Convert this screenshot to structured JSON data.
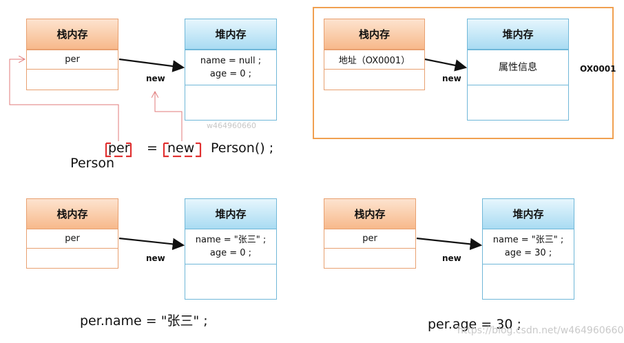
{
  "diagram1": {
    "stack_title": "栈内存",
    "heap_title": "堆内存",
    "stack_var": "per",
    "heap_line1": "name = null ;",
    "heap_line2": "age = 0 ;",
    "new_label": "new",
    "watermark": "w464960660",
    "code": {
      "part1": "Person",
      "part2": "per",
      "part3": "=",
      "part4": "new",
      "part5": "Person() ;"
    }
  },
  "diagram2": {
    "stack_title": "栈内存",
    "heap_title": "堆内存",
    "stack_var": "地址（OX0001）",
    "heap_line1": "属性信息",
    "new_label": "new",
    "address_label": "OX0001"
  },
  "diagram3": {
    "stack_title": "栈内存",
    "heap_title": "堆内存",
    "stack_var": "per",
    "heap_line1": "name = \"张三\" ;",
    "heap_line2": "age = 0 ;",
    "new_label": "new",
    "code": "per.name = \"张三\" ;"
  },
  "diagram4": {
    "stack_title": "栈内存",
    "heap_title": "堆内存",
    "stack_var": "per",
    "heap_line1": "name = \"张三\" ;",
    "heap_line2": "age = 30 ;",
    "new_label": "new",
    "code": "per.age = 30 ;",
    "watermark": "https://blog.csdn.net/w464960660"
  },
  "colors": {
    "stack_border": "#e8a070",
    "heap_border": "#6fb7d8",
    "highlight_frame": "#f0a050",
    "annotation_red": "#e03030"
  }
}
